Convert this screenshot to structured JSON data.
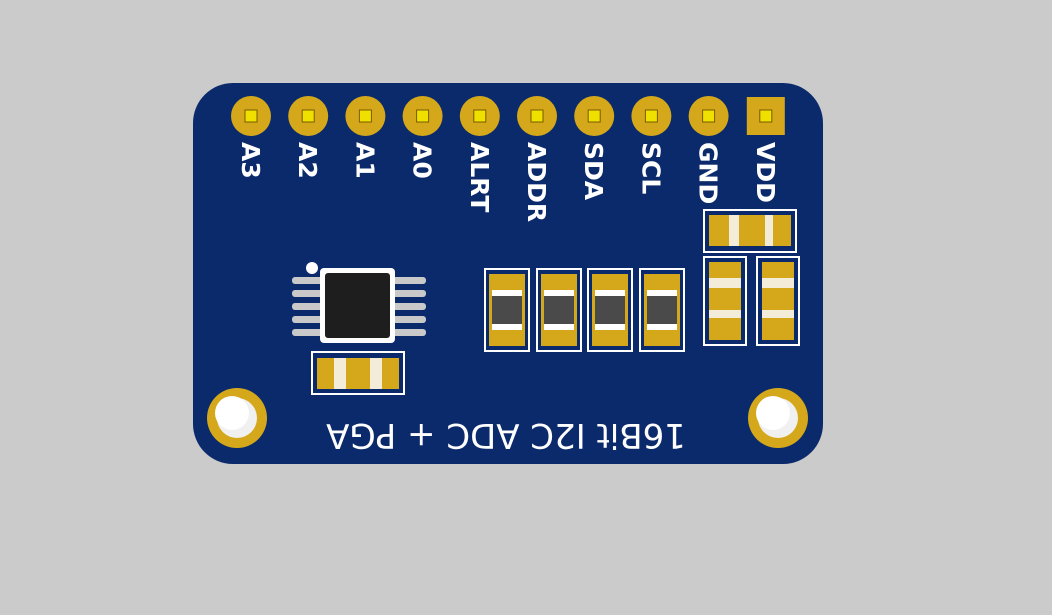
{
  "board": {
    "colors": {
      "background": "#cbcbcb",
      "pcb": "#0b2a6b",
      "pad_gold": "#d4a81a",
      "silkscreen": "#ffffff",
      "chip": "#1e1e1e",
      "component_body": "#4a4a4a"
    },
    "pins": [
      {
        "label": "A3",
        "shape": "round"
      },
      {
        "label": "A2",
        "shape": "round"
      },
      {
        "label": "A1",
        "shape": "round"
      },
      {
        "label": "A0",
        "shape": "round"
      },
      {
        "label": "ALRT",
        "shape": "round"
      },
      {
        "label": "ADDR",
        "shape": "round"
      },
      {
        "label": "SDA",
        "shape": "round"
      },
      {
        "label": "SCL",
        "shape": "round"
      },
      {
        "label": "GND",
        "shape": "round"
      },
      {
        "label": "VDD",
        "shape": "square"
      }
    ],
    "silkscreen_text": "16Bit I2C ADC + PGA"
  }
}
